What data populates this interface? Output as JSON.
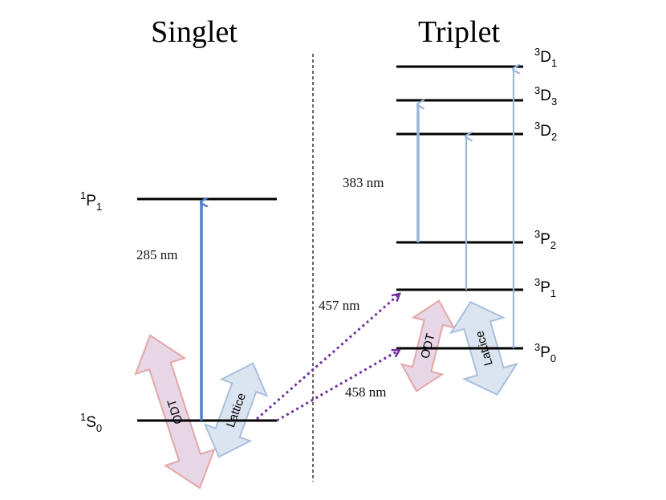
{
  "titles": {
    "singlet": "Singlet",
    "triplet": "Triplet"
  },
  "levels": {
    "S0": {
      "sup": "1",
      "letter": "S",
      "sub": "0"
    },
    "P1s": {
      "sup": "1",
      "letter": "P",
      "sub": "1"
    },
    "P0": {
      "sup": "3",
      "letter": "P",
      "sub": "0"
    },
    "P1t": {
      "sup": "3",
      "letter": "P",
      "sub": "1"
    },
    "P2": {
      "sup": "3",
      "letter": "P",
      "sub": "2"
    },
    "D2": {
      "sup": "3",
      "letter": "D",
      "sub": "2"
    },
    "D3": {
      "sup": "3",
      "letter": "D",
      "sub": "3"
    },
    "D1": {
      "sup": "3",
      "letter": "D",
      "sub": "1"
    }
  },
  "wavelengths": {
    "w285": "285 nm",
    "w383": "383 nm",
    "w457": "457 nm",
    "w458": "458 nm"
  },
  "traps": {
    "odt": "ODT",
    "lattice": "Lattice"
  },
  "colors": {
    "line": "#000000",
    "blue_arrow": "#4f81c9",
    "light_blue_arrow": "#9ab6df",
    "purple": "#7030a0",
    "odt_fill": "#e6d6e6",
    "odt_stroke": "#e6a6a6",
    "lattice_fill": "#dbe5f1",
    "lattice_stroke": "#a9c0dd"
  }
}
